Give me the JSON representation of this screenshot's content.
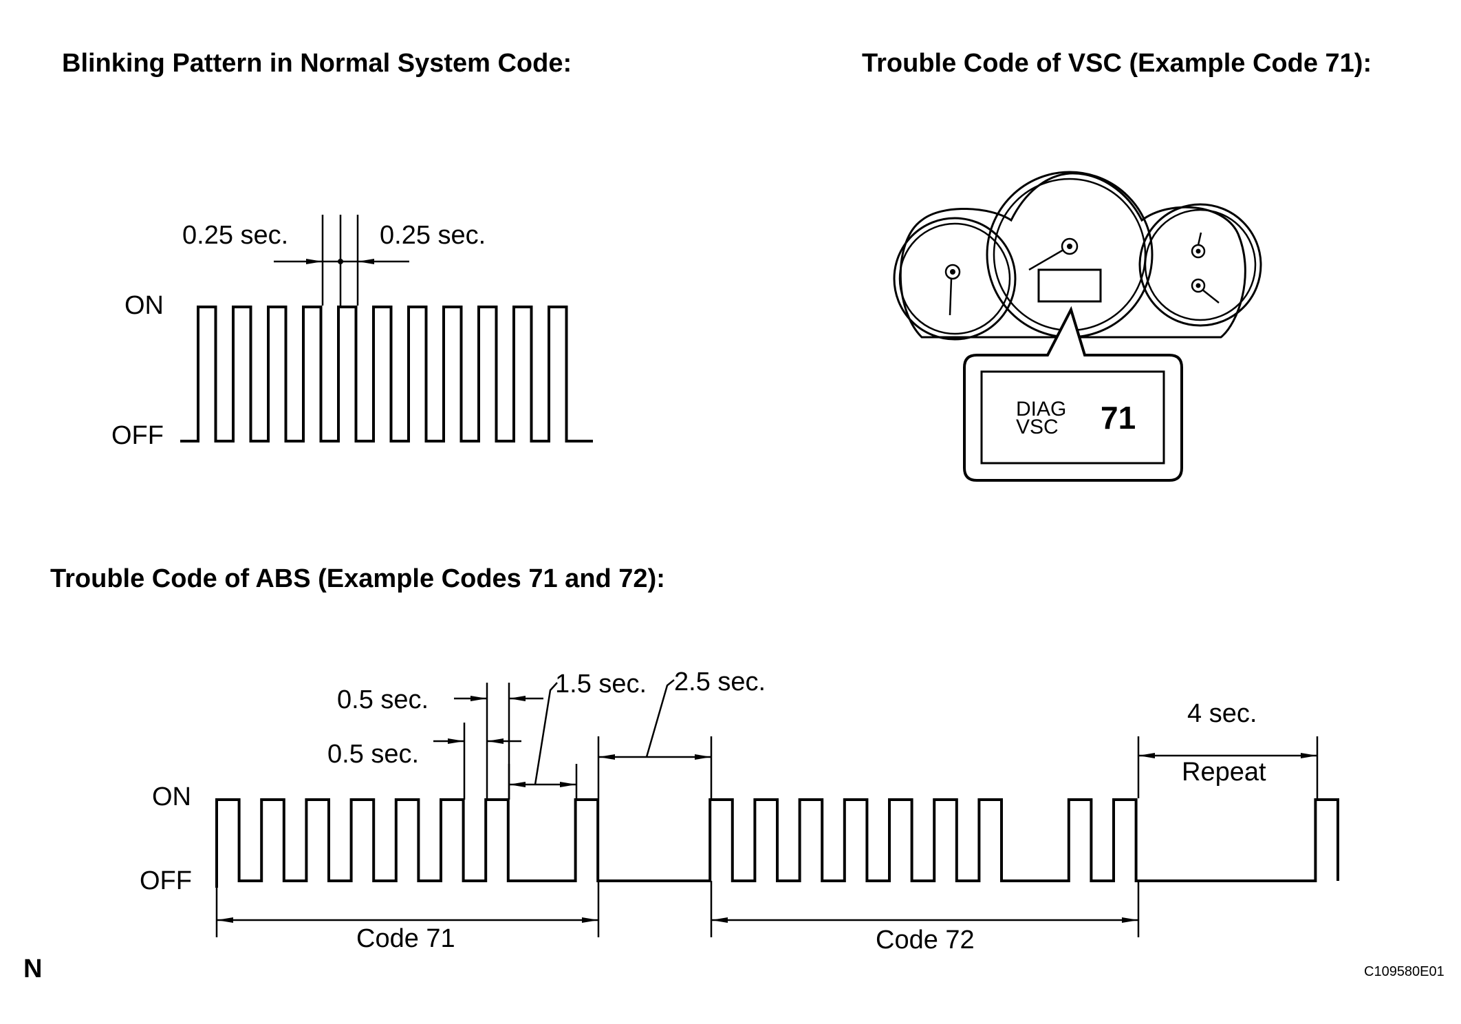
{
  "titles": {
    "normal": "Blinking Pattern in Normal System Code:",
    "vsc": "Trouble Code of VSC (Example Code 71):",
    "abs": "Trouble Code of ABS (Example Codes 71 and 72):"
  },
  "normal_pattern": {
    "on_label": "ON",
    "off_label": "OFF",
    "interval_left": "0.25 sec.",
    "interval_right": "0.25 sec.",
    "pulse_count": 11
  },
  "vsc_display": {
    "line1": "DIAG",
    "line2": "VSC",
    "code": "71"
  },
  "abs_pattern": {
    "on_label": "ON",
    "off_label": "OFF",
    "t_on": "0.5 sec.",
    "t_off": "0.5 sec.",
    "t_digit_gap": "1.5 sec.",
    "t_code_gap": "2.5 sec.",
    "t_repeat": "4 sec.",
    "repeat_label": "Repeat",
    "code1_label": "Code 71",
    "code2_label": "Code 72",
    "code1": {
      "tens": 7,
      "ones": 1
    },
    "code2": {
      "tens": 7,
      "ones": 2
    }
  },
  "footer": {
    "corner_letter": "N",
    "figure_id": "C109580E01"
  }
}
